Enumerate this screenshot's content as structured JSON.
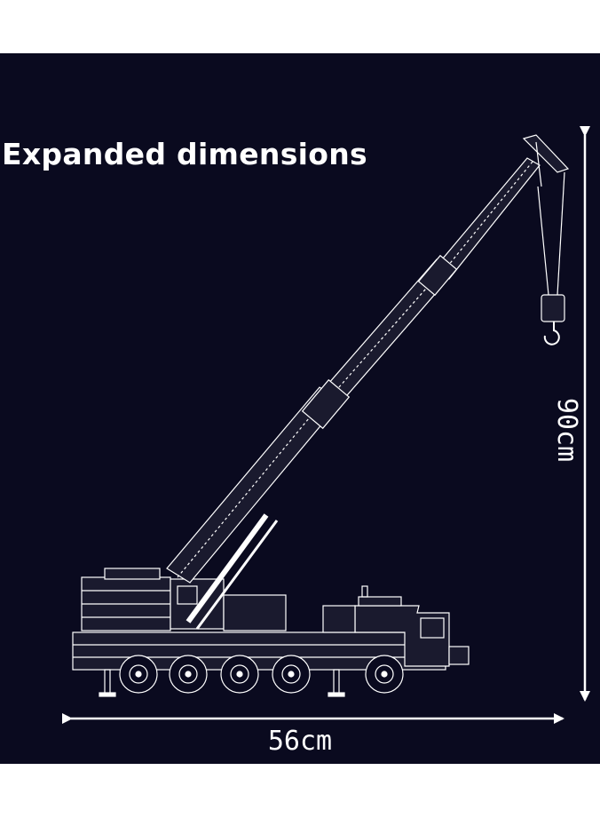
{
  "heading": "Expanded dimensions",
  "dimensions": {
    "width_label": "56cm",
    "height_label": "90cm"
  },
  "colors": {
    "background": "#0a0a1f",
    "line": "#ffffff",
    "page": "#ffffff"
  },
  "illustration": {
    "subject": "crane-outline",
    "axle_count": 5
  }
}
